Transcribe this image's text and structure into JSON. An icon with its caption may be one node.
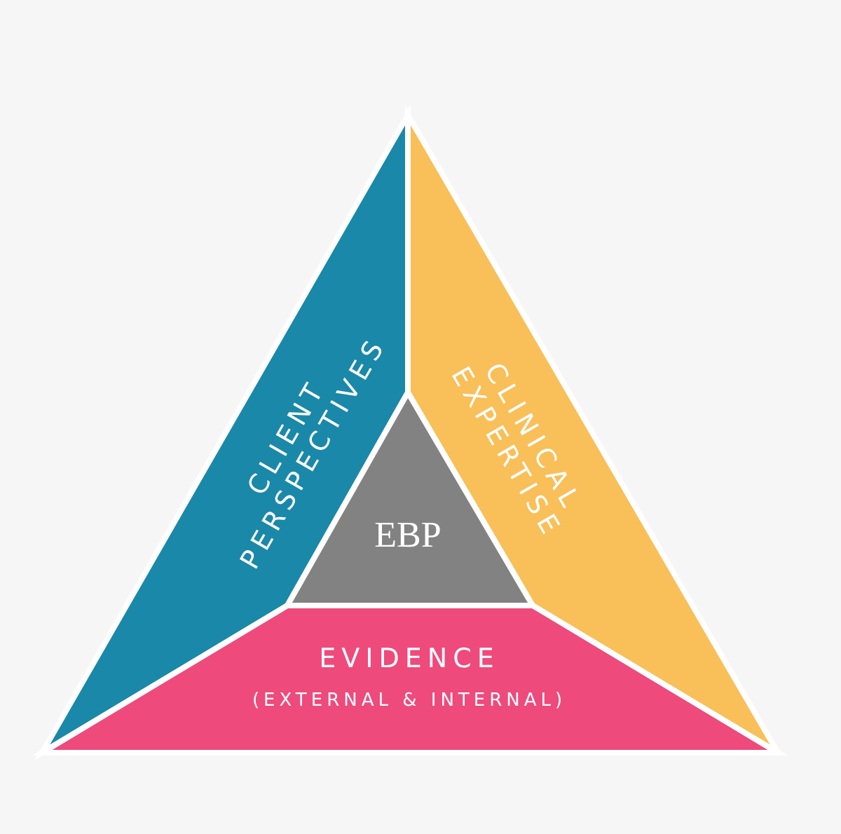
{
  "diagram": {
    "nodes": [
      {
        "text": [
          "CLIENT PERSPECTIVES"
        ]
      },
      {
        "text": [
          "CLINICAL EXPERTISE"
        ]
      },
      {
        "text": [
          "EVIDENCE",
          "(EXTERNAL & INTERNAL)"
        ]
      },
      {
        "text": [
          "EBP"
        ]
      }
    ]
  }
}
